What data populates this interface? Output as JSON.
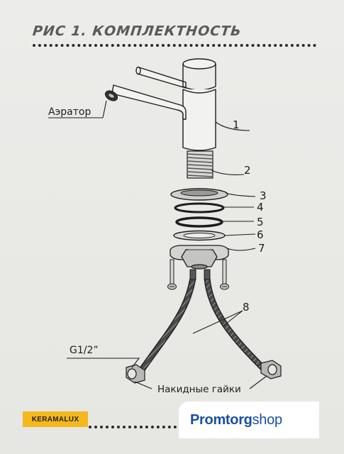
{
  "title": "РИС 1. КОМПЛЕКТНОСТЬ",
  "labels": {
    "aerator": "Аэратор",
    "thread": "G1/2”",
    "union_nuts": "Накидные гайки"
  },
  "part_numbers": [
    "1",
    "2",
    "3",
    "4",
    "5",
    "6",
    "7",
    "8"
  ],
  "brand_badge": "KERAMALUX",
  "shop_logo": {
    "part1": "Promtorg",
    "part2": "shop"
  },
  "colors": {
    "badge": "#f5b81c",
    "logo": "#1a4fa0",
    "line": "#1d1d1d"
  }
}
